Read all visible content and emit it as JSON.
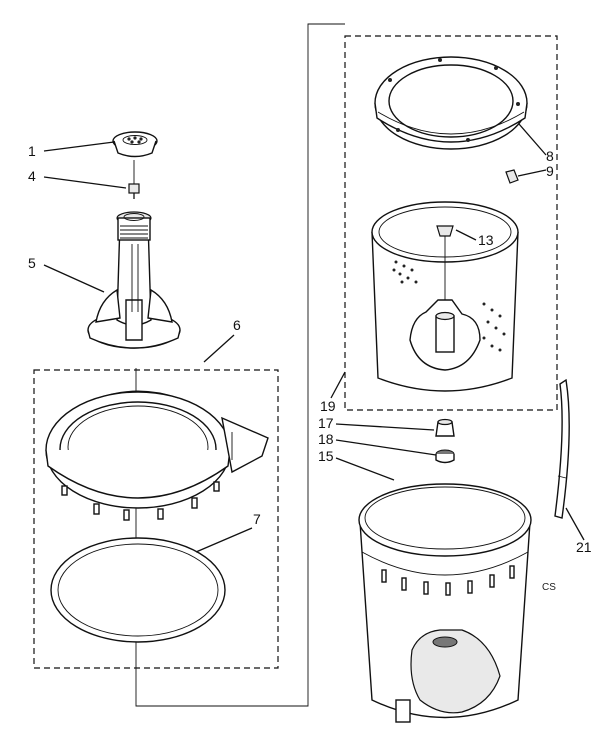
{
  "diagram": {
    "callouts": [
      {
        "id": "c1",
        "label": "1"
      },
      {
        "id": "c4",
        "label": "4"
      },
      {
        "id": "c5",
        "label": "5"
      },
      {
        "id": "c6",
        "label": "6"
      },
      {
        "id": "c7",
        "label": "7"
      },
      {
        "id": "c8",
        "label": "8"
      },
      {
        "id": "c9",
        "label": "9"
      },
      {
        "id": "c13",
        "label": "13"
      },
      {
        "id": "c15",
        "label": "15"
      },
      {
        "id": "c17",
        "label": "17"
      },
      {
        "id": "c18",
        "label": "18"
      },
      {
        "id": "c19",
        "label": "19"
      },
      {
        "id": "c21",
        "label": "21"
      }
    ],
    "code": "CS"
  }
}
